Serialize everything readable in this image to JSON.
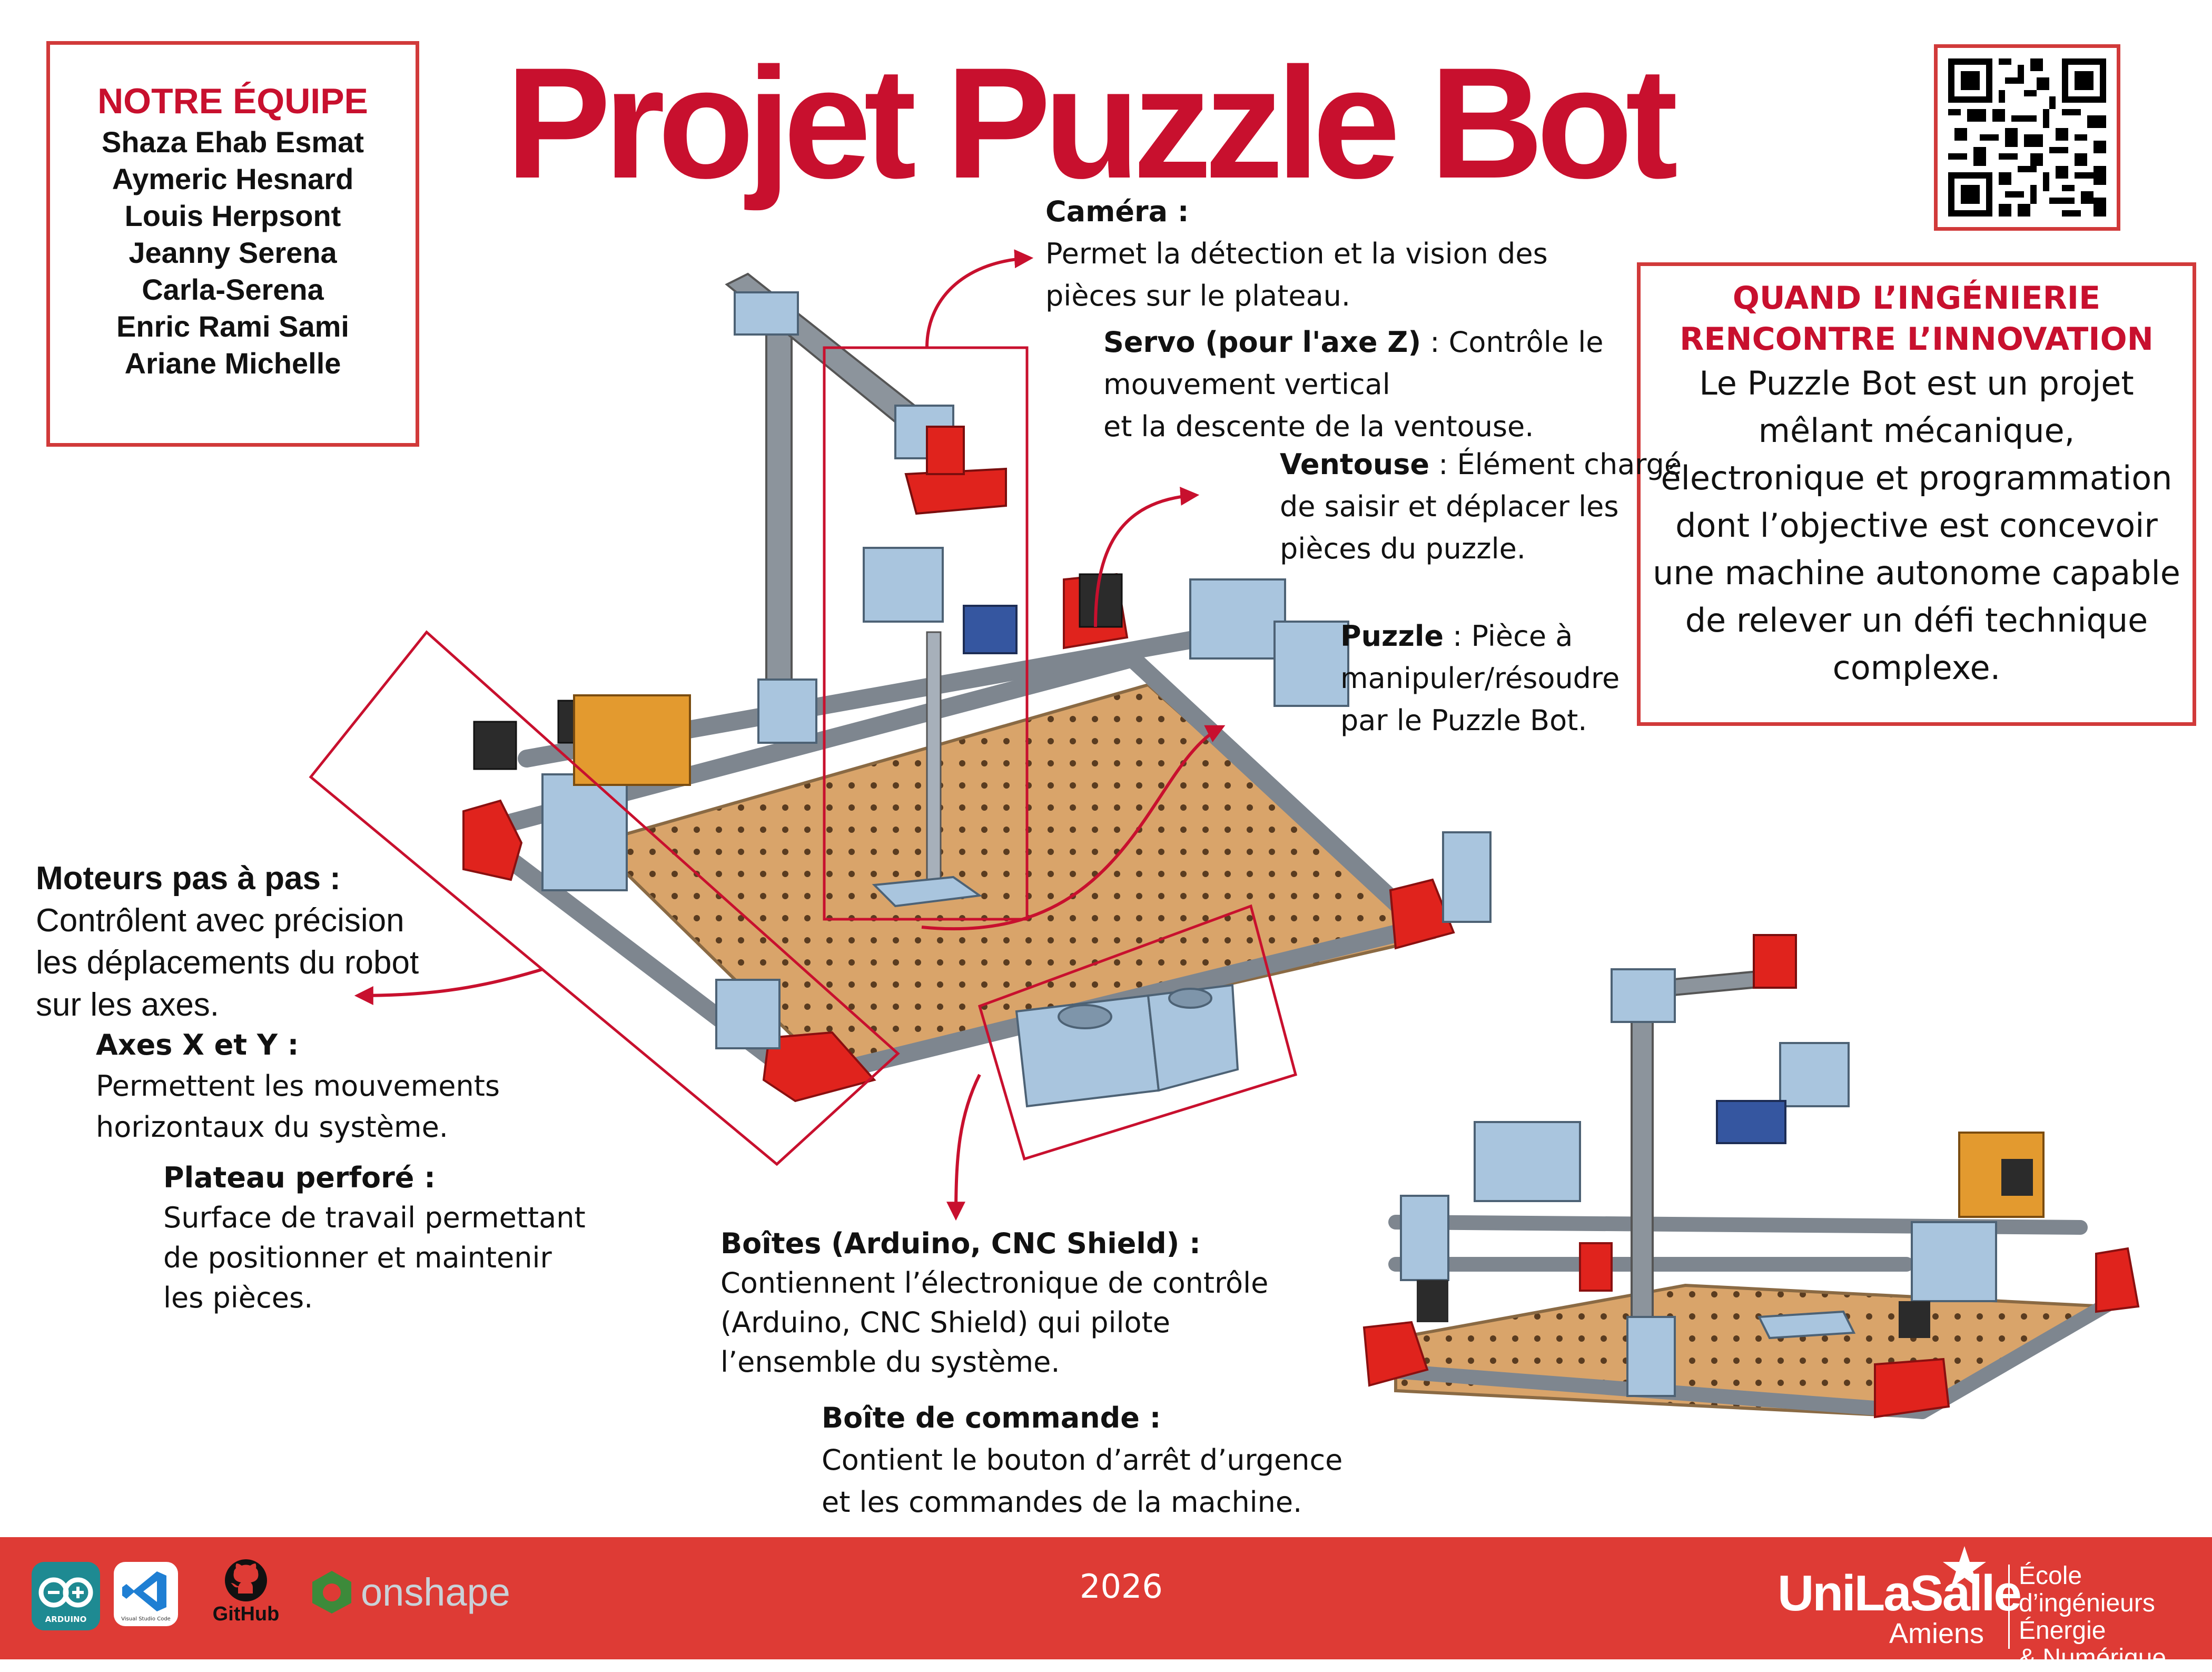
{
  "title": "Projet Puzzle Bot",
  "team": {
    "heading": "NOTRE ÉQUIPE",
    "members": [
      "Shaza Ehab Esmat",
      "Aymeric Hesnard",
      "Louis Herpsont",
      "Jeanny Serena",
      "Carla-Serena",
      "Enric Rami Sami",
      "Ariane Michelle"
    ]
  },
  "quote": {
    "heading_line1": "QUAND L’INGÉNIERIE",
    "heading_line2": "RENCONTRE L’INNOVATION",
    "body_lines": [
      "Le Puzzle Bot est un projet",
      "mêlant mécanique,",
      "électronique et programmation",
      "dont l’objective est concevoir",
      "une machine autonome capable",
      "de relever un défi technique",
      "complexe."
    ]
  },
  "annotations": {
    "camera": {
      "label": "Caméra :",
      "lines": [
        "Permet la détection et la vision des",
        "pièces sur le plateau."
      ]
    },
    "servo": {
      "label": "Servo (pour l'axe Z)",
      "text_after": " : Contrôle le",
      "lines": [
        "mouvement vertical",
        "et la descente de la ventouse."
      ]
    },
    "ventouse": {
      "label": "Ventouse",
      "text_after": " : Élément chargé",
      "lines": [
        "de saisir et déplacer les",
        "pièces du puzzle."
      ]
    },
    "puzzle": {
      "label": "Puzzle",
      "text_after": " : Pièce à",
      "lines": [
        "manipuler/résoudre",
        "par le Puzzle Bot."
      ]
    },
    "moteurs": {
      "label": "Moteurs pas à pas :",
      "lines": [
        "Contrôlent avec précision",
        "les déplacements du robot",
        "sur les axes."
      ]
    },
    "axes": {
      "label": "Axes X et Y :",
      "lines": [
        "Permettent les mouvements",
        "horizontaux du système."
      ]
    },
    "plateau": {
      "label": "Plateau perforé :",
      "lines": [
        "Surface de travail permettant",
        "de positionner et maintenir",
        "les pièces."
      ]
    },
    "boites": {
      "label": "Boîtes (Arduino, CNC Shield) :",
      "lines": [
        "Contiennent l’électronique de contrôle",
        "(Arduino, CNC Shield) qui pilote",
        "l’ensemble du système."
      ]
    },
    "commande": {
      "label": "Boîte de commande :",
      "lines": [
        "Contient le bouton d’arrêt d’urgence",
        "et les commandes de la machine."
      ]
    }
  },
  "footer": {
    "year": "2026",
    "tools": {
      "arduino": "ARDUINO",
      "vscode": "Visual Studio Code",
      "github": "GitHub",
      "onshape": "onshape"
    },
    "school": {
      "name": "UniLaSalle",
      "city": "Amiens",
      "line1": "École d’ingénieurs",
      "line2": "Énergie",
      "line3": "& Numérique"
    }
  },
  "colors": {
    "accent": "#c8102e",
    "footer_bg": "#de3b35",
    "frame_blue": "#a9c5de",
    "part_red": "#e0231d",
    "plate": "#d9a46a"
  },
  "icons": [
    "qr-code-icon",
    "arduino-logo-icon",
    "vscode-logo-icon",
    "github-logo-icon",
    "onshape-logo-icon",
    "unilasalle-star-icon"
  ]
}
